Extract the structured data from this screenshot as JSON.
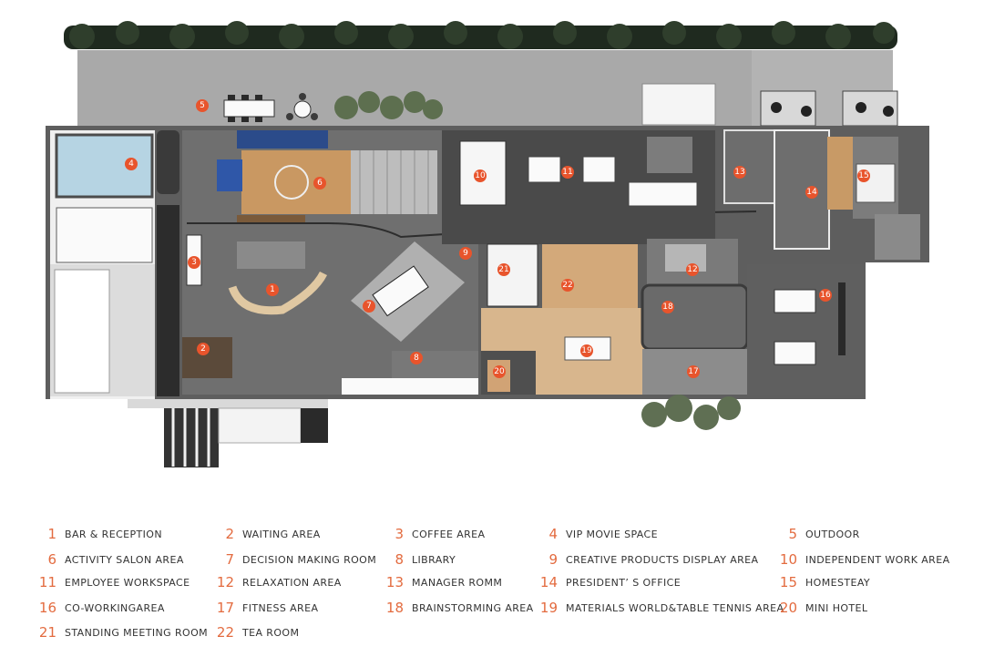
{
  "colors": {
    "marker": "#e8542c",
    "legend_number": "#e36b3f",
    "legend_text": "#333333",
    "floor_concrete": "#6e6e6e",
    "floor_wood": "#c7945f",
    "outdoor_pavement": "#a9a9a9",
    "glass": "#b6d4e3"
  },
  "plan_markers": [
    {
      "number": "1"
    },
    {
      "number": "2"
    },
    {
      "number": "3"
    },
    {
      "number": "4"
    },
    {
      "number": "5"
    },
    {
      "number": "6"
    },
    {
      "number": "7"
    },
    {
      "number": "8"
    },
    {
      "number": "9"
    },
    {
      "number": "10"
    },
    {
      "number": "11"
    },
    {
      "number": "12"
    },
    {
      "number": "13"
    },
    {
      "number": "14"
    },
    {
      "number": "15"
    },
    {
      "number": "16"
    },
    {
      "number": "17"
    },
    {
      "number": "18"
    },
    {
      "number": "19"
    },
    {
      "number": "20"
    },
    {
      "number": "21"
    },
    {
      "number": "22"
    }
  ],
  "legend": [
    {
      "number": "1",
      "label": "BAR & RECEPTION"
    },
    {
      "number": "2",
      "label": "WAITING AREA"
    },
    {
      "number": "3",
      "label": "COFFEE AREA"
    },
    {
      "number": "4",
      "label": "VIP MOVIE SPACE"
    },
    {
      "number": "5",
      "label": "OUTDOOR"
    },
    {
      "number": "6",
      "label": "ACTIVITY SALON AREA"
    },
    {
      "number": "7",
      "label": "DECISION MAKING ROOM"
    },
    {
      "number": "8",
      "label": "LIBRARY"
    },
    {
      "number": "9",
      "label": "CREATIVE PRODUCTS DISPLAY AREA"
    },
    {
      "number": "10",
      "label": "INDEPENDENT WORK AREA"
    },
    {
      "number": "11",
      "label": "EMPLOYEE WORKSPACE"
    },
    {
      "number": "12",
      "label": "RELAXATION AREA"
    },
    {
      "number": "13",
      "label": "MANAGER ROMM"
    },
    {
      "number": "14",
      "label": "PRESIDENT’ S OFFICE"
    },
    {
      "number": "15",
      "label": "HOMESTEAY"
    },
    {
      "number": "16",
      "label": "CO-WORKINGAREA"
    },
    {
      "number": "17",
      "label": "FITNESS AREA"
    },
    {
      "number": "18",
      "label": "BRAINSTORMING AREA"
    },
    {
      "number": "19",
      "label": "MATERIALS WORLD&TABLE TENNIS AREA"
    },
    {
      "number": "20",
      "label": "MINI HOTEL"
    },
    {
      "number": "21",
      "label": "STANDING MEETING ROOM"
    },
    {
      "number": "22",
      "label": "TEA ROOM"
    }
  ]
}
